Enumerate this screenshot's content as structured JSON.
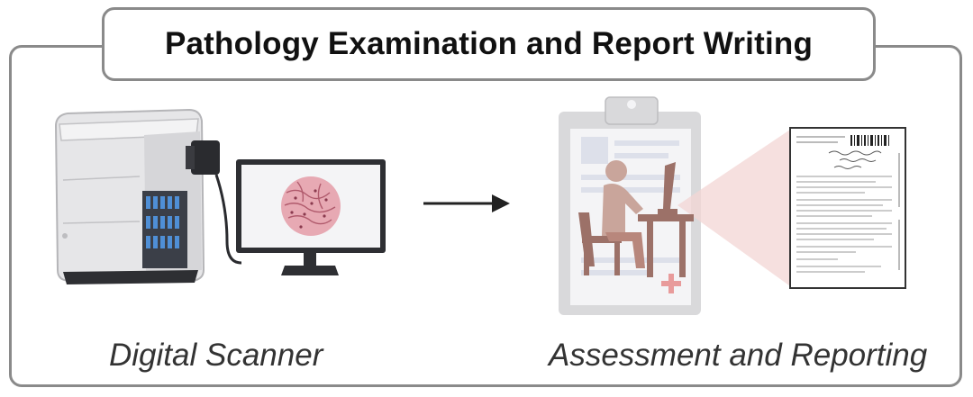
{
  "title": "Pathology Examination and Report Writing",
  "steps": [
    {
      "label": "Digital Scanner",
      "icon": "digital-scanner-icon"
    },
    {
      "label": "Assessment and Reporting",
      "icon": "pathologist-clipboard-icon"
    }
  ],
  "colors": {
    "border": "#8a8a8a",
    "accent_pink": "#e8b7b3",
    "figure_brown": "#c9a59b",
    "clipboard": "#d9d9db"
  }
}
